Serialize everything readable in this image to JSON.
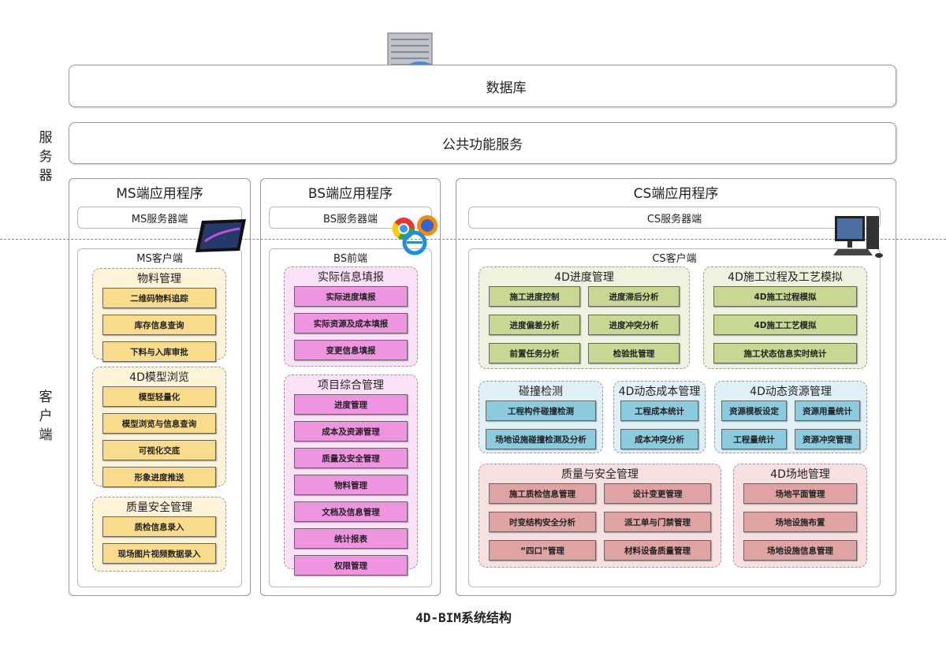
{
  "title": "4D-BIM系统结构",
  "server_label": "服务器",
  "client_label": "客户端",
  "database": "数据库",
  "common_service": "公共功能服务",
  "columns": {
    "ms": {
      "title": "MS端应用程序",
      "server": "MS服务器端",
      "client": "MS客户端"
    },
    "bs": {
      "title": "BS端应用程序",
      "server": "BS服务器端",
      "client": "BS前端"
    },
    "cs": {
      "title": "CS端应用程序",
      "server": "CS服务器端",
      "client": "CS客户端"
    }
  },
  "groups": {
    "ms_material": {
      "title": "物料管理",
      "items": [
        "二维码物料追踪",
        "库存信息查询",
        "下料与入库审批"
      ]
    },
    "ms_model": {
      "title": "4D模型浏览",
      "items": [
        "模型轻量化",
        "模型浏览与信息查询",
        "可视化交底",
        "形象进度推送"
      ]
    },
    "ms_quality": {
      "title": "质量安全管理",
      "items": [
        "质检信息录入",
        "现场图片视频数据录入"
      ]
    },
    "bs_report": {
      "title": "实际信息填报",
      "items": [
        "实际进度填报",
        "实际资源及成本填报",
        "变更信息填报"
      ]
    },
    "bs_project": {
      "title": "项目综合管理",
      "items": [
        "进度管理",
        "成本及资源管理",
        "质量及安全管理",
        "物料管理",
        "文档及信息管理",
        "统计报表",
        "权限管理"
      ]
    },
    "cs_schedule": {
      "title": "4D进度管理",
      "items": [
        "施工进度控制",
        "进度滞后分析",
        "进度偏差分析",
        "进度冲突分析",
        "前置任务分析",
        "检验批管理"
      ]
    },
    "cs_simulation": {
      "title": "4D施工过程及工艺模拟",
      "items": [
        "4D施工过程模拟",
        "4D施工工艺模拟",
        "施工状态信息实时统计"
      ]
    },
    "cs_clash": {
      "title": "碰撞检测",
      "items": [
        "工程构件碰撞检测",
        "场地设施碰撞检测及分析"
      ]
    },
    "cs_cost": {
      "title": "4D动态成本管理",
      "items": [
        "工程成本统计",
        "成本冲突分析"
      ]
    },
    "cs_resource": {
      "title": "4D动态资源管理",
      "items": [
        "资源模板设定",
        "资源用量统计",
        "工程量统计",
        "资源冲突管理"
      ]
    },
    "cs_quality": {
      "title": "质量与安全管理",
      "items": [
        "施工质检信息管理",
        "设计变更管理",
        "时变结构安全分析",
        "派工单与门禁管理",
        "“四口”管理",
        "材料设备质量管理"
      ]
    },
    "cs_site": {
      "title": "4D场地管理",
      "items": [
        "场地平面管理",
        "场地设施布置",
        "场地设施信息管理"
      ]
    }
  },
  "colors": {
    "yellow": "#f8dc8c",
    "pink": "#ef94e1",
    "green": "#c6d891",
    "blue": "#8ccade",
    "red": "#e0a3a3"
  }
}
